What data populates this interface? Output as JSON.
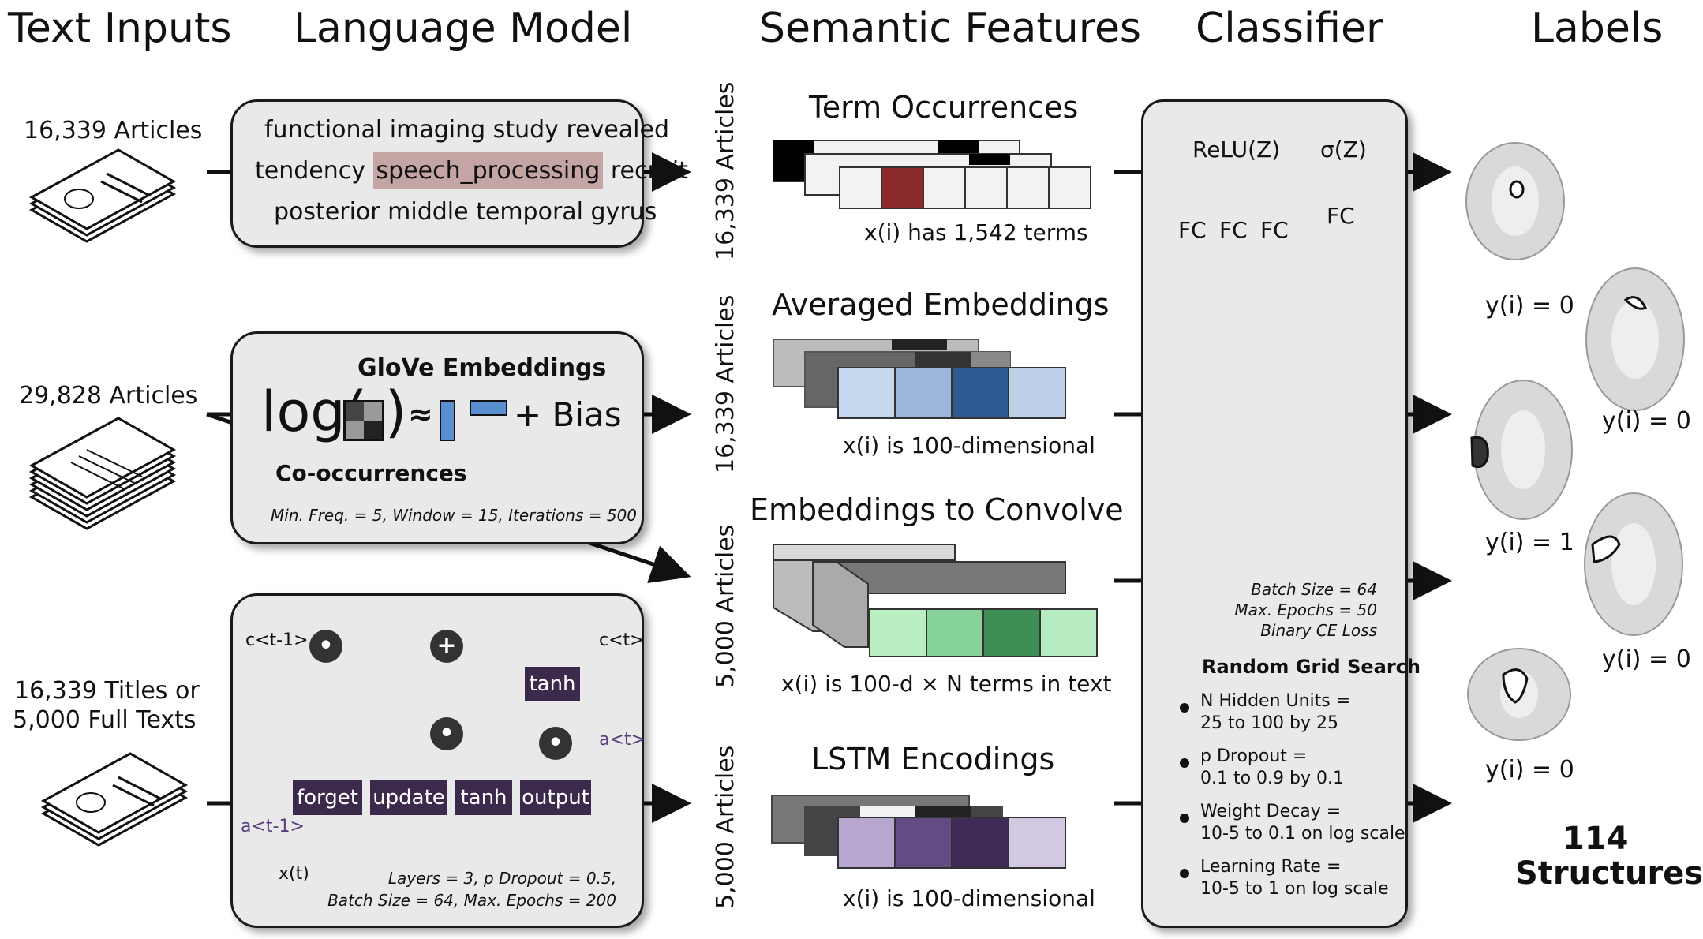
{
  "headers": {
    "text_inputs": "Text Inputs",
    "language_model": "Language Model",
    "semantic_features": "Semantic Features",
    "classifier": "Classifier",
    "labels": "Labels"
  },
  "inputs": {
    "row1": "16,339 Articles",
    "row2": "29,828 Articles",
    "row3_line1": "16,339 Titles or",
    "row3_line2": "5,000 Full Texts"
  },
  "language_model": {
    "text_line1": "functional imaging study revealed",
    "text_line2_pre": "tendency",
    "text_line2_highlight": "speech_processing",
    "text_line2_post": "recruit",
    "text_line3": "posterior middle temporal gyrus",
    "glove_title": "GloVe Embeddings",
    "glove_log": "log(",
    "glove_close": ")",
    "glove_approx": "≈",
    "glove_bias": "+ Bias",
    "glove_cooc": "Co-occurrences",
    "glove_params": "Min. Freq. = 5, Window = 15, Iterations = 500",
    "lstm_c_prev": "c<t-1>",
    "lstm_c_next": "c<t>",
    "lstm_a_prev": "a<t-1>",
    "lstm_a_next": "a<t>",
    "lstm_x": "x(t)",
    "gate_forget": "forget",
    "gate_update": "update",
    "gate_tanh": "tanh",
    "gate_output": "output",
    "gate_tanh_top": "tanh",
    "op_mul": "•",
    "op_add": "+",
    "lstm_params_line1": "Layers = 3, p Dropout = 0.5,",
    "lstm_params_line2": "Batch Size = 64, Max. Epochs = 200"
  },
  "features": {
    "side1": "16,339 Articles",
    "side2": "16,339 Articles",
    "side3": "5,000 Articles",
    "side4": "5,000 Articles",
    "title1": "Term Occurrences",
    "sub1": "x(i) has 1,542 terms",
    "title2": "Averaged Embeddings",
    "sub2": "x(i) is 100-dimensional",
    "title3": "Embeddings to Convolve",
    "sub3": "x(i) is 100-d × N terms in text",
    "title4": "LSTM Encodings",
    "sub4": "x(i) is 100-dimensional",
    "term_colors": [
      "#000000",
      "#f2f2f2",
      "#f2f2f2",
      "#000000",
      "#f2f2f2"
    ],
    "occ_front": [
      "#f2f2f2",
      "#8b2a2a",
      "#f2f2f2",
      "#f2f2f2",
      "#f2f2f2",
      "#f2f2f2"
    ],
    "avg_front": [
      "#c6d8ee",
      "#9bb6da",
      "#2f5b92",
      "#bdd0e8"
    ],
    "conv_front": [
      "#b9efc1",
      "#88d39a",
      "#3e8e55",
      "#b6ecc0"
    ],
    "lstm_front": [
      "#b7a6d0",
      "#634c86",
      "#3e2b57",
      "#d2c8e2"
    ]
  },
  "classifier": {
    "relu": "ReLU(Z)",
    "sigma": "σ(Z)",
    "fc": "FC",
    "params_line1": "Batch Size = 64",
    "params_line2": "Max. Epochs = 50",
    "params_line3": "Binary CE Loss",
    "grid_title": "Random Grid Search",
    "grid1_line1": "N Hidden Units =",
    "grid1_line2": "25 to 100 by 25",
    "grid2_line1": "p Dropout =",
    "grid2_line2": "0.1 to 0.9 by 0.1",
    "grid3_line1": "Weight Decay =",
    "grid3_line2": "10-5 to 0.1 on log scale",
    "grid4_line1": "Learning Rate =",
    "grid4_line2": "10-5 to 1 on log scale"
  },
  "labels": {
    "y1": "y(i) = 0",
    "y2": "y(i) = 0",
    "y3": "y(i) = 1",
    "y4": "y(i) = 0",
    "y5": "y(i) = 0",
    "count": "114",
    "structures": "Structures"
  }
}
